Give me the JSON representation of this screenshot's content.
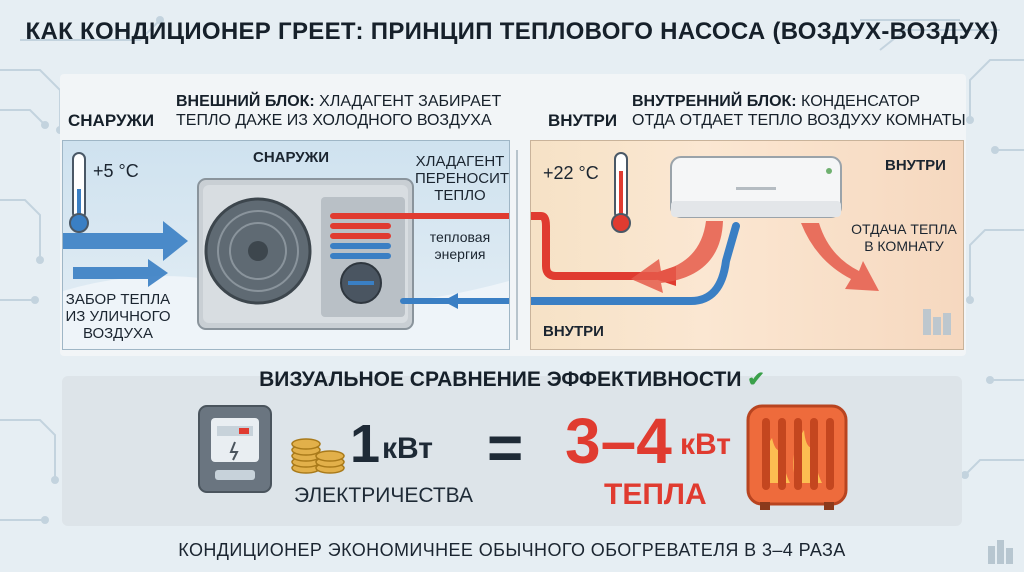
{
  "title": "КАК КОНДИЦИОНЕР ГРЕЕТ: ПРИНЦИП ТЕПЛОВОГО НАСОСА (ВОЗДУХ-ВОЗДУХ)",
  "outside": {
    "header": "СНАРУЖИ",
    "desc_bold": "ВНЕШНИЙ БЛОК:",
    "desc_rest_1": " ХЛАДАГЕНТ ЗАБИРАЕТ",
    "desc_line_2": "ТЕПЛО ДАЖЕ ИЗ ХОЛОДНОГО ВОЗДУХА",
    "temperature": "+5 °C",
    "unit_label": "СНАРУЖИ",
    "intake_label": [
      "ЗАБОР ТЕПЛА",
      "ИЗ УЛИЧНОГО",
      "ВОЗДУХА"
    ],
    "refrigerant_label": [
      "ХЛАДАГЕНТ",
      "ПЕРЕНОСИТ",
      "ТЕПЛО"
    ],
    "energy_label": [
      "тепловая",
      "энергия"
    ]
  },
  "inside": {
    "header": "ВНУТРИ",
    "desc_bold": "ВНУТРЕННИЙ БЛОК:",
    "desc_rest_1": " КОНДЕНСАТОР",
    "desc_line_2": "ОТДА ОТДАЕТ ТЕПЛО ВОЗДУХУ КОМНАТЫ",
    "temperature": "+22 °C",
    "room_label": "ВНУТРИ",
    "bottom_label": "ВНУТРИ",
    "output_label": [
      "ОТДАЧА ТЕПЛА",
      "В КОМНАТУ"
    ]
  },
  "comparison": {
    "title": "ВИЗУАЛЬНОЕ СРАВНЕНИЕ ЭФФЕКТИВНОСТИ",
    "input_value": "1",
    "input_unit": "кВт",
    "input_label": "ЭЛЕКТРИЧЕСТВА",
    "equals": "=",
    "output_value": "3–4",
    "output_unit": "кВт",
    "output_label": "ТЕПЛА"
  },
  "footer": "КОНДИЦИОНЕР ЭКОНОМИЧНЕЕ ОБЫЧНОГО ОБОГРЕВАТЕЛЯ В 3–4 РАЗА",
  "colors": {
    "hot": "#e03b30",
    "cold": "#3a7fc4",
    "check": "#3aa04a"
  }
}
